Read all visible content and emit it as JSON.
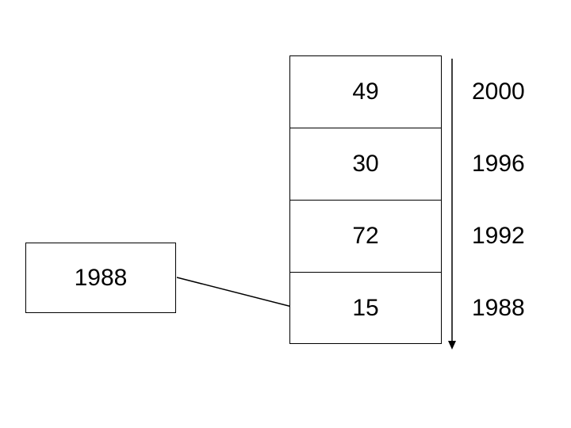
{
  "diagram": {
    "stack": {
      "cells": [
        "49",
        "30",
        "72",
        "15"
      ],
      "year_labels": [
        "2000",
        "1996",
        "1992",
        "1988"
      ]
    },
    "callout": {
      "label": "1988"
    },
    "colors": {
      "stroke": "#000000",
      "background": "#ffffff"
    }
  }
}
